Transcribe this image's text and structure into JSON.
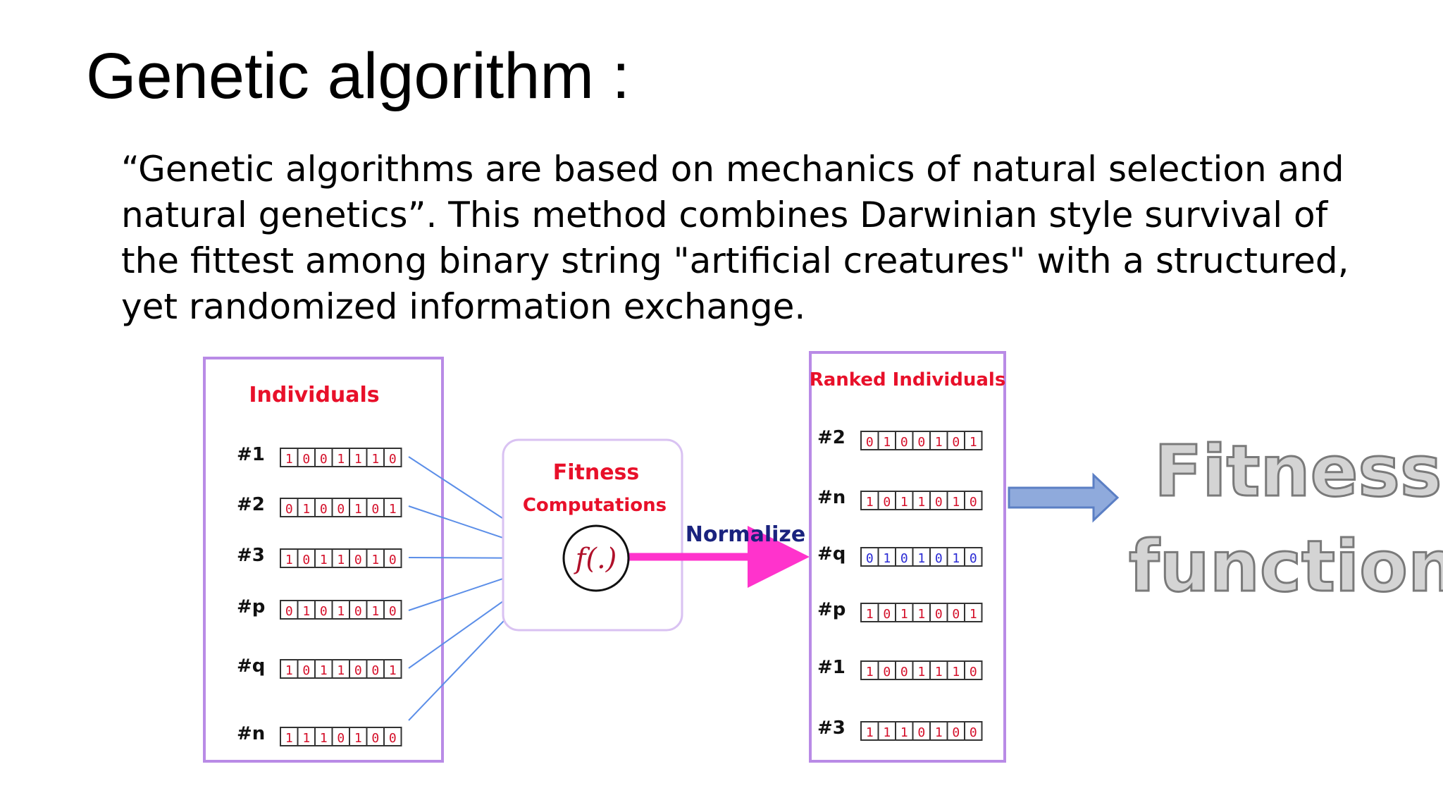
{
  "slide": {
    "title": "Genetic algorithm :",
    "paragraph_lines": [
      " “Genetic algorithms are based on mechanics of natural selection and",
      "natural genetics”. This method combines Darwinian style survival of",
      "the fittest among binary string \"artificial creatures\" with a structured,",
      "yet randomized information exchange."
    ]
  },
  "diagram": {
    "individuals_title": "Individuals",
    "individuals": [
      {
        "label": "#1",
        "bits": "1001110"
      },
      {
        "label": "#2",
        "bits": "0100101"
      },
      {
        "label": "#3",
        "bits": "1011010"
      },
      {
        "label": "#p",
        "bits": "0101010"
      },
      {
        "label": "#q",
        "bits": "1011001"
      },
      {
        "label": "#n",
        "bits": "1110100"
      }
    ],
    "fitness_title": "Fitness",
    "fitness_subtitle": "Computations",
    "function_symbol": "f(.)",
    "normalize_label": "Normalize",
    "ranked_title": "Ranked Individuals",
    "ranked": [
      {
        "label": "#2",
        "bits": "0100101"
      },
      {
        "label": "#n",
        "bits": "1011010"
      },
      {
        "label": "#q",
        "bits": "0101010"
      },
      {
        "label": "#p",
        "bits": "1011001"
      },
      {
        "label": "#1",
        "bits": "1001110"
      },
      {
        "label": "#3",
        "bits": "1110100"
      }
    ]
  },
  "callout": {
    "line1": "Fitness",
    "line2": "function"
  },
  "colors": {
    "box_border": "#b98be6",
    "title_red": "#e8102a",
    "bit_red": "#d4102a",
    "bit_blue": "#2a2ad4",
    "line_blue": "#5b8ee8",
    "arrow_magenta": "#ff33cc",
    "normalize_navy": "#1a237e",
    "block_arrow": "#8faadc"
  }
}
